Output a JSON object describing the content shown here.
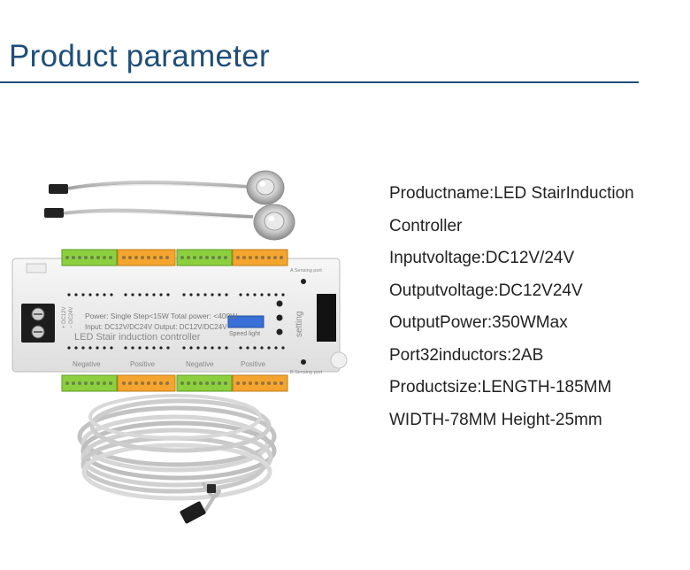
{
  "header": {
    "title": "Product parameter",
    "accent_color": "#1f4e79"
  },
  "product_image": {
    "icon": "stair-induction-controller-photo",
    "labels": {
      "power": "Power: Single Step<15W Total power: <400W",
      "input": "Input: DC12V/DC24V  Output: DC12V/DC24V",
      "name": "LED Stair induction controller",
      "speed": "Speed light",
      "setting": "setting",
      "negative": "Negative",
      "positive": "Positive",
      "a_port": "A Sensing port",
      "b_port": "B Sensing port",
      "dc_plus": "+ DC12V",
      "dc_minus": "− DC24V"
    }
  },
  "specs": [
    "Productname:LED StairInduction",
    "Controller",
    "Inputvoltage:DC12V/24V",
    "Outputvoltage:DC12V24V",
    "OutputPower:350WMax",
    "Port32inductors:2AB",
    "Productsize:LENGTH-185MM",
    "WIDTH-78MM Height-25mm"
  ]
}
